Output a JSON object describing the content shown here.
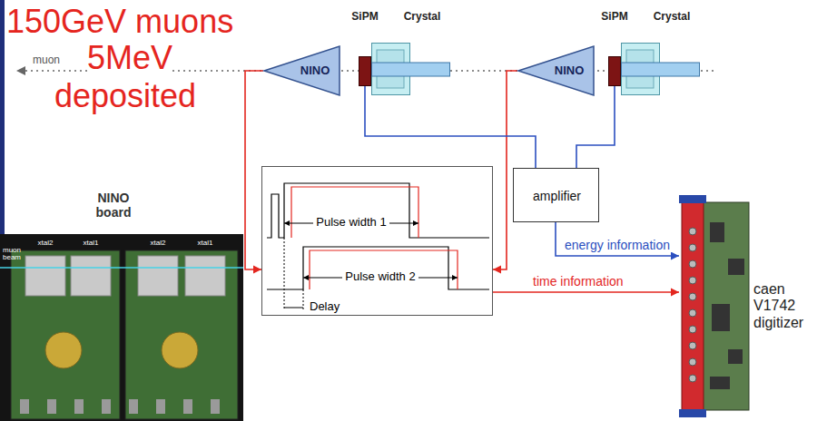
{
  "diagram": {
    "nodes": [
      {
        "text": [
          "NINO"
        ]
      },
      {
        "text": [
          "SiPM"
        ]
      },
      {
        "text": [
          "Crystal"
        ]
      },
      {
        "text": [
          "NINO"
        ]
      },
      {
        "text": [
          "SiPM"
        ]
      },
      {
        "text": [
          "Crystal"
        ]
      },
      {
        "text": [
          "Pulse width 1",
          "Pulse width 2",
          "Delay"
        ]
      },
      {
        "text": [
          "amplifier"
        ]
      },
      {
        "text": [
          "caen V1742 digitizer"
        ]
      },
      {
        "text": [
          "NINO board"
        ]
      }
    ],
    "edges": [
      {
        "from": 0,
        "to": 6,
        "arrow": "to"
      },
      {
        "from": 3,
        "to": 6,
        "arrow": "to"
      },
      {
        "from": 1,
        "to": 7,
        "arrow": "none"
      },
      {
        "from": 4,
        "to": 7,
        "arrow": "none"
      },
      {
        "from": 7,
        "to": 8,
        "label": "energy information",
        "arrow": "to"
      },
      {
        "from": 6,
        "to": 8,
        "label": "time information",
        "arrow": "to"
      }
    ],
    "labels": [
      "150GeV muons",
      "5MeV",
      "deposited",
      "muon",
      "xtal2",
      "xtal1",
      "xtal2",
      "xtal1",
      "muon beam"
    ]
  }
}
